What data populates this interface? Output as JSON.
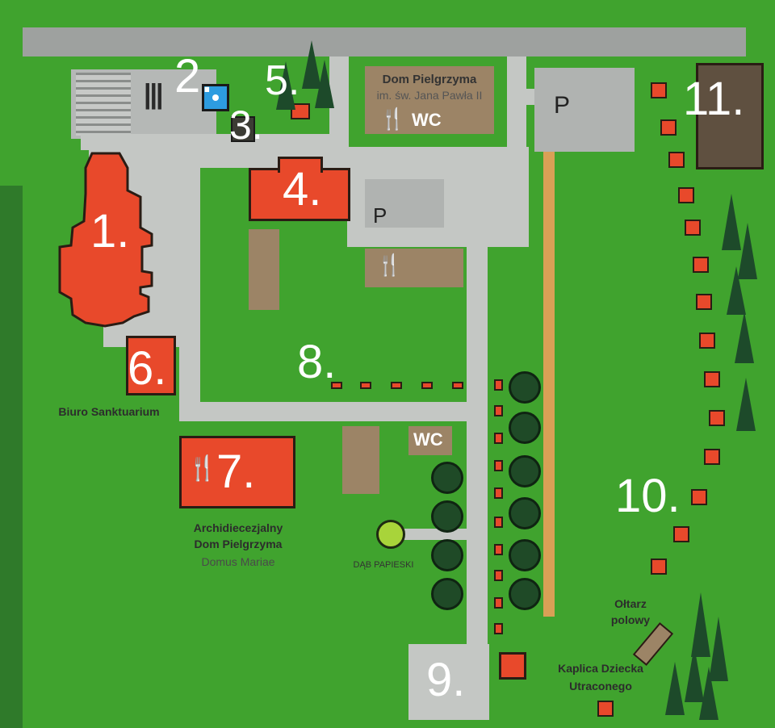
{
  "map": {
    "numbers": {
      "n1": "1.",
      "n2": "2.",
      "n3": "3.",
      "n4": "4.",
      "n5": "5.",
      "n6": "6.",
      "n7": "7.",
      "n8": "8.",
      "n9": "9.",
      "n10": "10.",
      "n11": "11."
    },
    "labels": {
      "dom_pielgrzyma": "Dom Pielgrzyma",
      "dom_pielgrzyma_sub": "im. św. Jana Pawła II",
      "biuro": "Biuro Sanktuarium",
      "archi_line1": "Archidiecezjalny",
      "archi_line2": "Dom Pielgrzyma",
      "domus": "Domus Mariae",
      "dab": "DĄB PAPIESKI",
      "oltarz_line1": "Ołtarz",
      "oltarz_line2": "polowy",
      "kaplica_line1": "Kaplica Dziecka",
      "kaplica_line2": "Utraconego"
    },
    "parking": {
      "p1": "P",
      "p2": "P"
    },
    "wc": {
      "wc1": "WC",
      "wc2": "WC"
    },
    "icons": {
      "cutlery": "🍴",
      "lanes": "|||"
    },
    "colors": {
      "grass": "#40a32e",
      "path": "#c4c7c4",
      "building_red": "#e8492b",
      "building_brown": "#9c8466",
      "dark_brown": "#5f5040",
      "tree_dark": "#1f4a27",
      "oak": "#a8d43a",
      "orange_path": "#d9a056",
      "water_blue": "#2d9ce0"
    }
  }
}
